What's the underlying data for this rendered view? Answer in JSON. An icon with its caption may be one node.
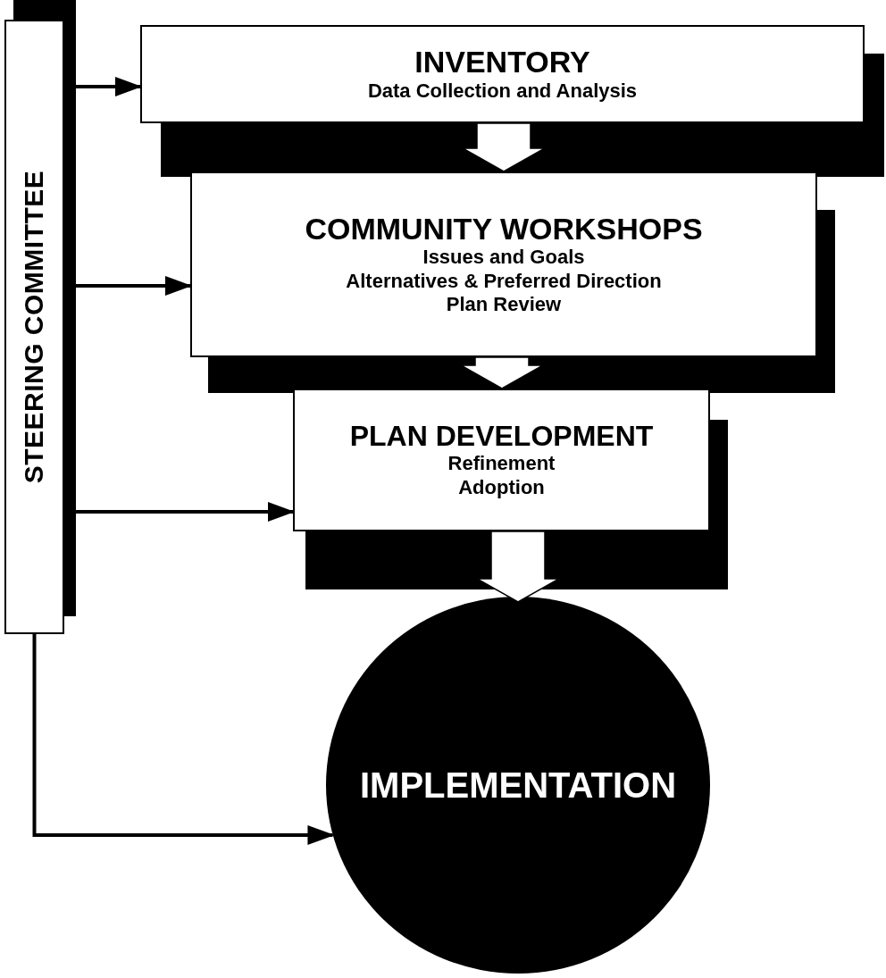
{
  "diagram": {
    "nodes": [
      {
        "text": [
          "STEERING COMMITTEE"
        ]
      },
      {
        "text": [
          "INVENTORY",
          "Data Collection and Analysis"
        ]
      },
      {
        "text": [
          "COMMUNITY WORKSHOPS",
          "Issues and Goals",
          "Alternatives & Preferred Direction",
          "Plan Review"
        ]
      },
      {
        "text": [
          "PLAN DEVELOPMENT",
          "Refinement",
          "Adoption"
        ]
      },
      {
        "text": [
          "IMPLEMENTATION"
        ]
      }
    ],
    "edges": [
      {
        "from": 0,
        "to": 1,
        "arrow": "to"
      },
      {
        "from": 0,
        "to": 2,
        "arrow": "to"
      },
      {
        "from": 0,
        "to": 3,
        "arrow": "to"
      },
      {
        "from": 0,
        "to": 4,
        "arrow": "to"
      },
      {
        "from": 1,
        "to": 2,
        "arrow": "to",
        "style": "thick"
      },
      {
        "from": 2,
        "to": 3,
        "arrow": "to",
        "style": "thick"
      },
      {
        "from": 3,
        "to": 4,
        "arrow": "to",
        "style": "thick"
      }
    ]
  }
}
